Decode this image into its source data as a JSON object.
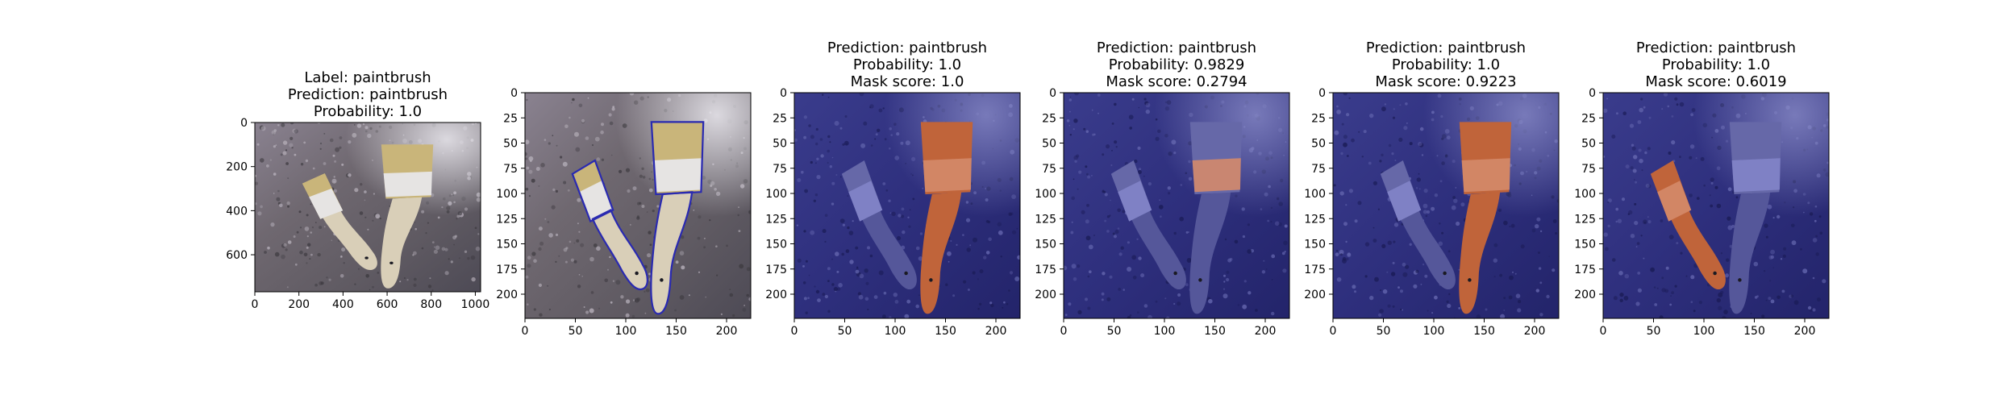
{
  "figure": {
    "panels": [
      {
        "title_lines": [
          "Label: paintbrush",
          "Prediction: paintbrush",
          "Probability: 1.0"
        ],
        "image": "original",
        "overlay": "none",
        "xticks": [
          "0",
          "200",
          "400",
          "600",
          "800",
          "1000"
        ],
        "yticks": [
          "0",
          "200",
          "400",
          "600"
        ]
      },
      {
        "title_lines": [],
        "image": "original",
        "overlay": "outline",
        "xticks": [
          "0",
          "50",
          "100",
          "150",
          "200"
        ],
        "yticks": [
          "0",
          "25",
          "50",
          "75",
          "100",
          "125",
          "150",
          "175",
          "200"
        ]
      },
      {
        "title_lines": [
          "Prediction: paintbrush",
          "Probability: 1.0",
          "Mask score: 1.0"
        ],
        "image": "mask",
        "overlay": "right-brush-highlight",
        "xticks": [
          "0",
          "50",
          "100",
          "150",
          "200"
        ],
        "yticks": [
          "0",
          "25",
          "50",
          "75",
          "100",
          "125",
          "150",
          "175",
          "200"
        ]
      },
      {
        "title_lines": [
          "Prediction: paintbrush",
          "Probability: 0.9829",
          "Mask score: 0.2794"
        ],
        "image": "mask",
        "overlay": "right-brush-bristles-highlight",
        "xticks": [
          "0",
          "50",
          "100",
          "150",
          "200"
        ],
        "yticks": [
          "0",
          "25",
          "50",
          "75",
          "100",
          "125",
          "150",
          "175",
          "200"
        ]
      },
      {
        "title_lines": [
          "Prediction: paintbrush",
          "Probability: 1.0",
          "Mask score: 0.9223"
        ],
        "image": "mask",
        "overlay": "right-brush-highlight",
        "xticks": [
          "0",
          "50",
          "100",
          "150",
          "200"
        ],
        "yticks": [
          "0",
          "25",
          "50",
          "75",
          "100",
          "125",
          "150",
          "175",
          "200"
        ]
      },
      {
        "title_lines": [
          "Prediction: paintbrush",
          "Probability: 1.0",
          "Mask score: 0.6019"
        ],
        "image": "mask",
        "overlay": "left-brush-highlight",
        "xticks": [
          "0",
          "50",
          "100",
          "150",
          "200"
        ],
        "yticks": [
          "0",
          "25",
          "50",
          "75",
          "100",
          "125",
          "150",
          "175",
          "200"
        ]
      }
    ]
  },
  "chart_data": [
    {
      "type": "image",
      "title": "Label: paintbrush\nPrediction: paintbrush\nProbability: 1.0",
      "xlim": [
        0,
        1024
      ],
      "ylim": [
        768,
        0
      ],
      "xticks": [
        0,
        200,
        400,
        600,
        800,
        1000
      ],
      "yticks": [
        0,
        200,
        400,
        600
      ]
    },
    {
      "type": "image",
      "title": "",
      "xlim": [
        0,
        224
      ],
      "ylim": [
        224,
        0
      ],
      "xticks": [
        0,
        50,
        100,
        150,
        200
      ],
      "yticks": [
        0,
        25,
        50,
        75,
        100,
        125,
        150,
        175,
        200
      ]
    },
    {
      "type": "image",
      "title": "Prediction: paintbrush\nProbability: 1.0\nMask score: 1.0",
      "prediction": "paintbrush",
      "probability": 1.0,
      "mask_score": 1.0,
      "xlim": [
        0,
        224
      ],
      "ylim": [
        224,
        0
      ]
    },
    {
      "type": "image",
      "title": "Prediction: paintbrush\nProbability: 0.9829\nMask score: 0.2794",
      "prediction": "paintbrush",
      "probability": 0.9829,
      "mask_score": 0.2794,
      "xlim": [
        0,
        224
      ],
      "ylim": [
        224,
        0
      ]
    },
    {
      "type": "image",
      "title": "Prediction: paintbrush\nProbability: 1.0\nMask score: 0.9223",
      "prediction": "paintbrush",
      "probability": 1.0,
      "mask_score": 0.9223,
      "xlim": [
        0,
        224
      ],
      "ylim": [
        224,
        0
      ]
    },
    {
      "type": "image",
      "title": "Prediction: paintbrush\nProbability: 1.0\nMask score: 0.6019",
      "prediction": "paintbrush",
      "probability": 1.0,
      "mask_score": 0.6019,
      "xlim": [
        0,
        224
      ],
      "ylim": [
        224,
        0
      ]
    }
  ]
}
